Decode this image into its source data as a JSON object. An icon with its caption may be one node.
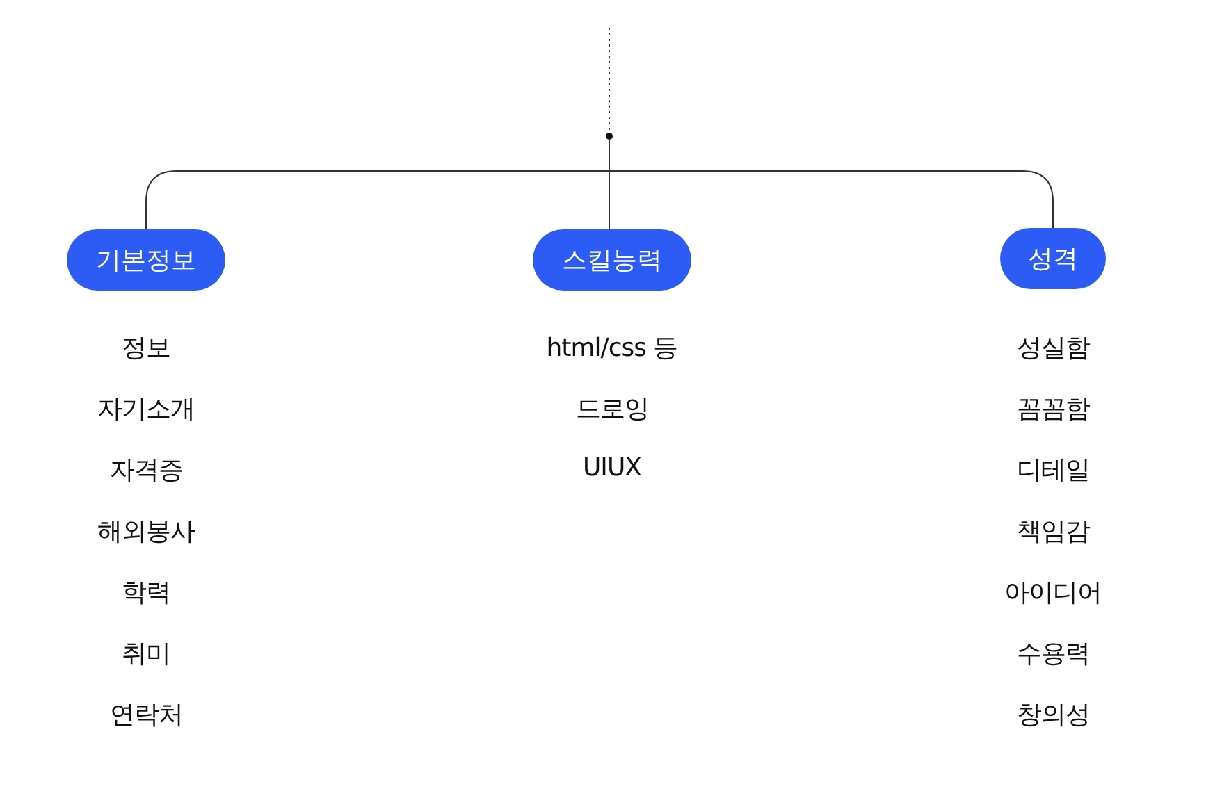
{
  "diagram": {
    "nodes": [
      {
        "text": [],
        "shape": "circle"
      },
      {
        "text": [
          "기본정보"
        ],
        "beside": [
          "정보",
          "자기소개",
          "자격증",
          "해외봉사",
          "학력",
          "취미",
          "연락처"
        ]
      },
      {
        "text": [
          "스킬능력"
        ],
        "beside": [
          "html/css 등",
          "드로잉",
          "UIUX"
        ]
      },
      {
        "text": [
          "성격"
        ],
        "beside": [
          "성실함",
          "꼼꼼함",
          "디테일",
          "책임감",
          "아이디어",
          "수용력",
          "창의성"
        ]
      }
    ],
    "edges": [
      {
        "from": null,
        "to": 0,
        "arrow": "none",
        "style": "dashed"
      },
      {
        "from": 0,
        "to": 1,
        "arrow": "none"
      },
      {
        "from": 0,
        "to": 2,
        "arrow": "none"
      },
      {
        "from": 0,
        "to": 3,
        "arrow": "none"
      }
    ]
  }
}
